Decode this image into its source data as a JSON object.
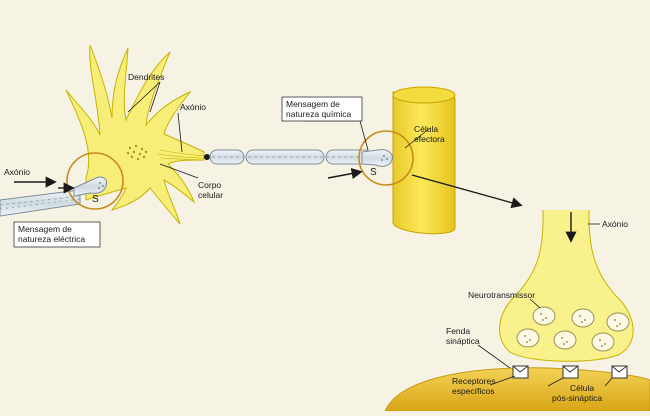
{
  "labels": {
    "dendrites": "Dendrites",
    "axon_top": "Axónio",
    "axon_left": "Axónio",
    "axon_right": "Axónio",
    "cell_body_line1": "Corpo",
    "cell_body_line2": "celular",
    "chem_msg_line1": "Mensagem de",
    "chem_msg_line2": "natureza química",
    "elec_msg_line1": "Mensagem de",
    "elec_msg_line2": "natureza eléctrica",
    "effector_line1": "Célula",
    "effector_line2": "efectora",
    "synapse_symbol_left": "S",
    "synapse_symbol_mid": "S",
    "neurotransmitter": "Neurotransmissor",
    "cleft_line1": "Fenda",
    "cleft_line2": "sináptica",
    "receptors_line1": "Receptores",
    "receptors_line2": "específicos",
    "postsyn_line1": "Célula",
    "postsyn_line2": "pós-sináptica"
  },
  "colors": {
    "background": "#f6f2e4",
    "neuron_yellow": "#f7ee7a",
    "neuron_outline": "#c7b400",
    "effector_yellow": "#f8e34a",
    "postsyn_gold": "#e9b81f",
    "axon_fill": "#e7eef2",
    "axon_stroke": "#7e8e98",
    "box_stroke": "#333333"
  }
}
